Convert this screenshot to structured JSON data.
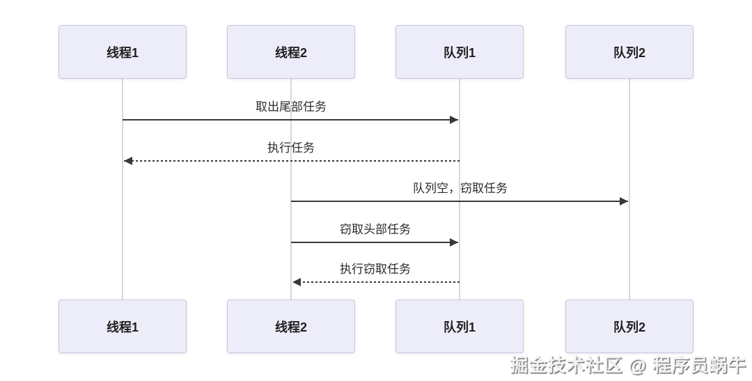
{
  "diagram": {
    "type": "sequence",
    "participants": [
      {
        "id": "thread1",
        "label": "线程1"
      },
      {
        "id": "thread2",
        "label": "线程2"
      },
      {
        "id": "queue1",
        "label": "队列1"
      },
      {
        "id": "queue2",
        "label": "队列2"
      }
    ],
    "messages": [
      {
        "from": "线程1",
        "to": "队列1",
        "label": "取出尾部任务",
        "style": "solid"
      },
      {
        "from": "队列1",
        "to": "线程1",
        "label": "执行任务",
        "style": "dashed"
      },
      {
        "from": "线程2",
        "to": "队列2",
        "label": "队列空，窃取任务",
        "style": "solid"
      },
      {
        "from": "线程2",
        "to": "队列1",
        "label": "窃取头部任务",
        "style": "solid"
      },
      {
        "from": "队列1",
        "to": "线程2",
        "label": "执行窃取任务",
        "style": "dashed"
      }
    ],
    "colors": {
      "actor_fill": "#EDEDFA",
      "actor_border": "#C9C9E0",
      "lifeline": "#D6D6E8",
      "arrow": "#383838",
      "text": "#1F1F1F"
    },
    "watermark": "掘金技术社区 @ 程序员蜗牛"
  }
}
